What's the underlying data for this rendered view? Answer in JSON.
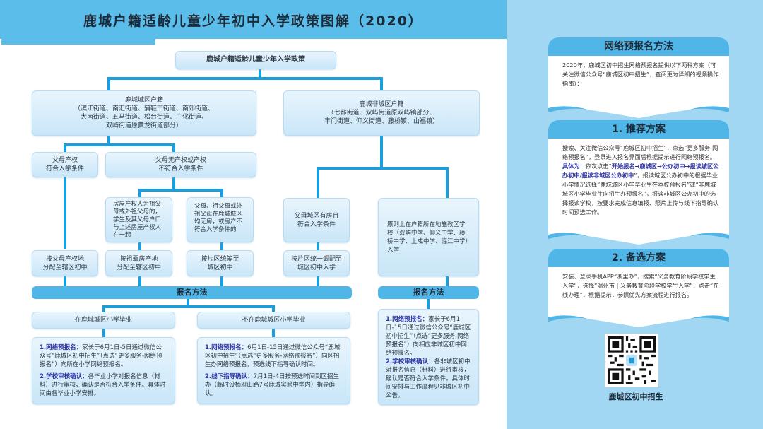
{
  "header": {
    "title": "鹿城户籍适龄儿童少年初中入学政策图解（2020）"
  },
  "diagram": {
    "root": "鹿城户籍适龄儿童少年入学政策",
    "urban": {
      "title": "鹿城城区户籍",
      "line1": "（滨江街道、南汇街道、蒲鞋市街道、南郊街道、",
      "line2": "大南街道、五马街道、松台街道、广化街道、",
      "line3": "双屿街道原黄龙街道部分）"
    },
    "nonurban": {
      "title": "鹿城非城区户籍",
      "line1": "（七都街道、双屿街道原双屿镇部分、",
      "line2": "丰门街道、仰义街道、藤桥镇、山福镇）"
    },
    "urban_branches": {
      "parents_property_ok": {
        "line1": "父母产权",
        "line2": "符合入学条件"
      },
      "parents_no_property": {
        "line1": "父母无产权或产权",
        "line2": "不符合入学条件"
      },
      "grandparents_property": "房屋产权人为祖父母或外祖父母的，学生及其父母户口与上述房屋产权人在一起",
      "no_house": "父母、祖父母或外祖父母在鹿城城区均无房，或房产不符合入学条件的",
      "assign_parents": {
        "line1": "按父母产权地",
        "line2": "分配至辖区初中"
      },
      "assign_grandparents": {
        "line1": "按祖辈房产地",
        "line2": "分配至辖区初中"
      },
      "assign_district": {
        "line1": "按片区统筹至",
        "line2": "城区初中"
      }
    },
    "nonurban_branches": {
      "house_in_city": {
        "line1": "父母城区有房且",
        "line2": "符合入学条件"
      },
      "assign_unified": {
        "line1": "按片区统一调配至",
        "line2": "城区初中入学"
      },
      "local_school": "原则上在户籍所在地施教区学校（双屿中学、仰义中学、藤桥中学、上戍中学、临江中学）入学"
    },
    "registration_label": "报名方法",
    "registration_label_2": "报名方法",
    "in_urban_primary": "在鹿城城区小学毕业",
    "not_in_urban_primary": "不在鹿城城区小学毕业",
    "in_urban_steps": {
      "s1_title": "1.网络预报名：",
      "s1_text": "家长于6月1日-5日通过微信公众号“鹿城区初中招生”（点选“更多服务-网络预报名”）向所在小学网络预报名。",
      "s2_title": "2.学校审核确认：",
      "s2_text": "各毕业小学对报名信息（材料）进行审核，确认是否符合入学条件。具体时间由各毕业小学安排。"
    },
    "not_in_urban_steps": {
      "s1_title": "1.网络预报名：",
      "s1_text": "6月1日-15日通过微信公众号“鹿城区初中招生”（点选“更多服务-网络预报名”）向区招生办网络预报名，预选线下指导确认时间。",
      "s2_title": "2.线下指导确认：",
      "s2_text": "7月1日-4日按预选时间到区招生办（临时设杨府山路7号鹿城实验中学内）指导确认。"
    },
    "nonurban_steps": {
      "s1_title": "1.网络预报名：",
      "s1_text": "家长于6月1日-15日通过微信公众号“鹿城区初中招生”（点选“更多服务-网络预报名”）向相应非城区初中网络预报名。",
      "s2_title": "2.学校审核确认：",
      "s2_text": "各非城区初中对报名信息（材料）进行审核，确认是否符合入学条件。具体时间安排与工作流程见非城区初中公告。"
    }
  },
  "sidebar": {
    "intro": {
      "title": "网络预报名方法",
      "text": "2020年，鹿城区初中招生网络预报名提供以下两种方案（可关注微信公众号“鹿城区初中招生”，查阅更为详细的视频操作指南）："
    },
    "plan1": {
      "title": "1. 推荐方案",
      "text1": "搜索、关注微信公众号“鹿城区初中招生”，点选“更多服务-网络预报名”，登录进入报名界面后根据提示进行网络预报名。",
      "label": "具体为：",
      "text2": "依次点击“",
      "path": "开始报名→鹿城区→公办初中→报读城区公办初中/报读非城区公办初中",
      "text3": "”，报读城区公办初中的根据毕业小学情况选择“鹿城城区小学毕业生在本校预报名”或“非鹿城城区小学毕业生向招生办预报名”，报读非城区公办初中的选择报读学校，按要求完成信息填报、照片上传与线下指导确认时间预选工作。"
    },
    "plan2": {
      "title": "2. 备选方案",
      "text": "安装、登录手机APP“浙里办”，搜索“义务教育阶段学校学生入学”，选择“温州市 | 义务教育阶段学校学生入学”，点击“在线办理”，根据提示，参照优先方案流程进行报名。"
    },
    "qr_label": "鹿城区初中招生"
  },
  "colors": {
    "primary_blue": "#5bbde9",
    "line_blue": "#1a9fdc",
    "panel_bg": "#a2d7f3",
    "highlight_text": "#2f35a8"
  }
}
